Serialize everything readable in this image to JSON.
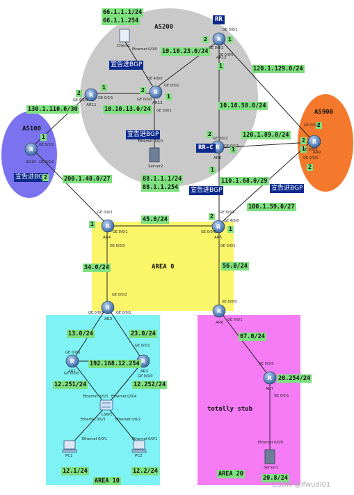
{
  "regions": {
    "as200": "AS200",
    "as100": "AS100",
    "as900": "AS900",
    "area0": "AREA 0",
    "area10": "AREA 10",
    "area20": "AREA 20",
    "totally_stub": "totally stub"
  },
  "devices": {
    "rr": "RR",
    "rrc": "RR-C",
    "ar12": "AR12",
    "ar11": "AR11",
    "ar13": "AR13",
    "ar10": "AR10",
    "ar9": "AR9",
    "ar8": "AR8",
    "ar4": "AR4",
    "ar5": "AR5",
    "ar3": "AR3",
    "ar6": "AR6",
    "ar1": "AR1",
    "ar2": "AR2",
    "ar7": "AR7",
    "lsw1": "LSW1",
    "pc1": "PC1",
    "pc2": "PC2",
    "client1": "Client1",
    "server2": "Server2",
    "server1": "Server1"
  },
  "subnets": {
    "client_ip": "66.1.1.1/24",
    "client_gw": "66.1.1.254",
    "net_10_23": "10.10.23.0/24",
    "net_120_129": "120.1.129.0/24",
    "net_130_110": "130.1.110.0/30",
    "net_10_13": "10.10.13.0/24",
    "net_10_58": "10.10.58.0/24",
    "net_120_89": "120.1.89.0/24",
    "net_200_40": "200.1.40.0/27",
    "server2_ip": "88.1.1.1/24",
    "server2_gw": "88.1.1.254",
    "net_110_68": "110.1.68.0/29",
    "net_100_159": "100.1.59.0/27",
    "net_45": "45.0/24",
    "net_34": "34.0/24",
    "net_56": "56.0/24",
    "net_13": "13.0/24",
    "net_23": "23.0/24",
    "net_192": "192.168.12.254",
    "ar1_ip": "12.251/24",
    "ar2_ip": "12.252/24",
    "net_67": "67.0/24",
    "net_20_254": "20.254/24",
    "pc1_ip": "12.1/24",
    "pc2_ip": "12.2/24",
    "server1_ip": "20.8/24"
  },
  "bgp_label": "宣告进BGP",
  "bgp_label_alt": "宣告进BGP",
  "numbers": {
    "n1": "1",
    "n2": "2"
  },
  "ports": {
    "g000": "GE 0/0/0",
    "g001": "GE 0/0/1",
    "g002": "GE 0/0/2",
    "g400": "GE 4/0/0",
    "eth000": "Ethernet 0/0/0",
    "eth001": "Ethernet 0/0/1",
    "eth002": "Ethernet 0/0/2",
    "eth003": "Ethernet 0/0/3",
    "eth004": "Ethernet 0/0/4"
  },
  "watermark": "CSDN @lfwudi01",
  "colors": {
    "as200": "#c9c9c9",
    "as100": "#7b72ef",
    "as900": "#f5792c",
    "area0": "#fbf56a",
    "area10": "#7ef2f5",
    "area20": "#f57cf5",
    "label_green": "#7ee07e",
    "bgp_blue": "#0b2a8c",
    "router_blue": "#3f72b8"
  }
}
